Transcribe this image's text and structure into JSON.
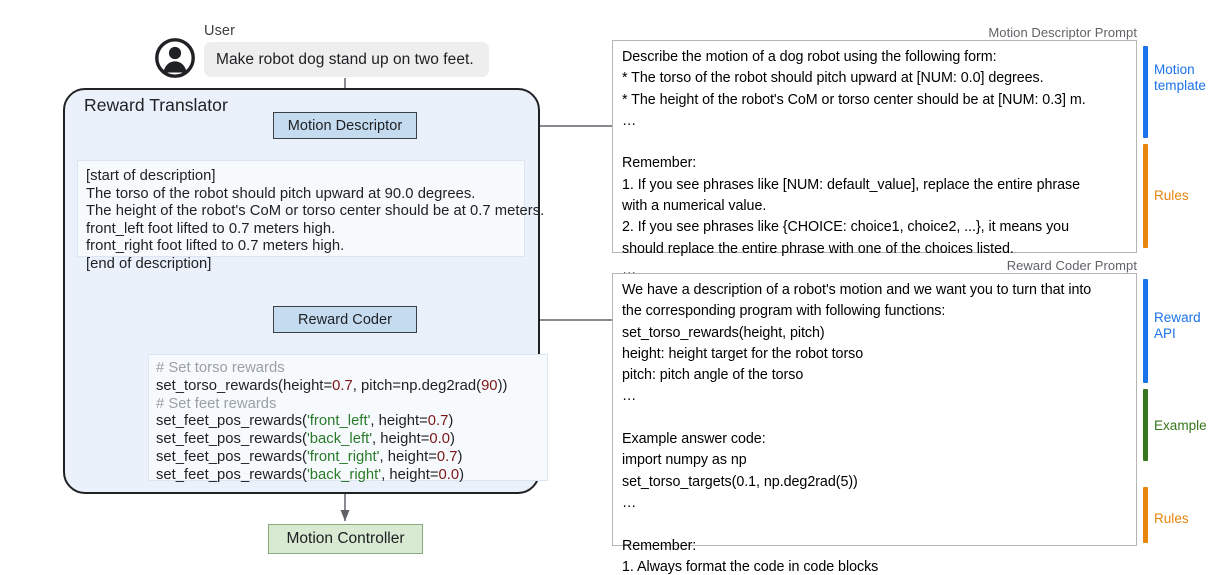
{
  "user": {
    "label": "User",
    "avatar_icon": "person-circle-icon",
    "message": "Make robot dog stand up on two feet."
  },
  "reward_translator": {
    "title": "Reward Translator",
    "motion_descriptor_label": "Motion Descriptor",
    "reward_coder_label": "Reward Coder",
    "description_lines": [
      "[start of description]",
      "The torso of the robot should pitch upward at 90.0 degrees.",
      "The height of the robot's CoM or torso center should be at 0.7 meters.",
      "front_left foot lifted to 0.7 meters high.",
      "front_right foot lifted to 0.7 meters high.",
      "[end of description]"
    ],
    "code_lines": [
      {
        "type": "comment",
        "text": "# Set torso rewards"
      },
      {
        "type": "code",
        "text": "set_torso_rewards(height=0.7, pitch=np.deg2rad(90))"
      },
      {
        "type": "comment",
        "text": "# Set feet rewards"
      },
      {
        "type": "code",
        "text": "set_feet_pos_rewards('front_left', height=0.7)"
      },
      {
        "type": "code",
        "text": "set_feet_pos_rewards('back_left', height=0.0)"
      },
      {
        "type": "code",
        "text": "set_feet_pos_rewards('front_right', height=0.7)"
      },
      {
        "type": "code",
        "text": "set_feet_pos_rewards('back_right', height=0.0)"
      }
    ]
  },
  "motion_controller": {
    "label": "Motion Controller"
  },
  "motion_descriptor_prompt": {
    "caption": "Motion Descriptor Prompt",
    "lines": [
      "Describe the motion of a dog robot using the following form:",
      "* The torso of the robot should pitch upward at [NUM: 0.0] degrees.",
      "* The height of the robot's CoM or torso center should be at [NUM: 0.3] m.",
      "…",
      "",
      "Remember:",
      "1. If you see phrases like [NUM: default_value], replace the entire phrase",
      "with a numerical value.",
      "2. If you see phrases like {CHOICE: choice1, choice2, ...}, it means you",
      "should replace the entire phrase with one of the choices listed.",
      "…"
    ],
    "annotations": [
      {
        "label": "Motion\ntemplate",
        "color": "#1a73e8"
      },
      {
        "label": "Rules",
        "color": "#e8850c"
      }
    ]
  },
  "reward_coder_prompt": {
    "caption": "Reward Coder Prompt",
    "lines": [
      "We have a description of a robot's motion and we want you to turn that into",
      "the corresponding program with following functions:",
      "set_torso_rewards(height, pitch)",
      "height: height target for the robot torso",
      "pitch: pitch angle of the torso",
      "…",
      "",
      "Example answer code:",
      "import numpy as np",
      "set_torso_targets(0.1, np.deg2rad(5))",
      "…",
      "",
      "Remember:",
      "1. Always format the code in code blocks",
      "…"
    ],
    "annotations": [
      {
        "label": "Reward\nAPI",
        "color": "#1a73e8"
      },
      {
        "label": "Example",
        "color": "#38761d"
      },
      {
        "label": "Rules",
        "color": "#e8850c"
      }
    ]
  },
  "colors": {
    "card_background": "#eaf1fb",
    "process_box": "#c5dcf0",
    "panel_background": "#f7fafd",
    "bubble": "#eeeeee",
    "controller": "#d9ead3",
    "accent_blue": "#1a73e8",
    "accent_orange": "#e8850c",
    "accent_green": "#38761d",
    "code_number": "#7a1717",
    "code_string": "#2a7a2a",
    "code_comment": "#9aa0a6"
  }
}
